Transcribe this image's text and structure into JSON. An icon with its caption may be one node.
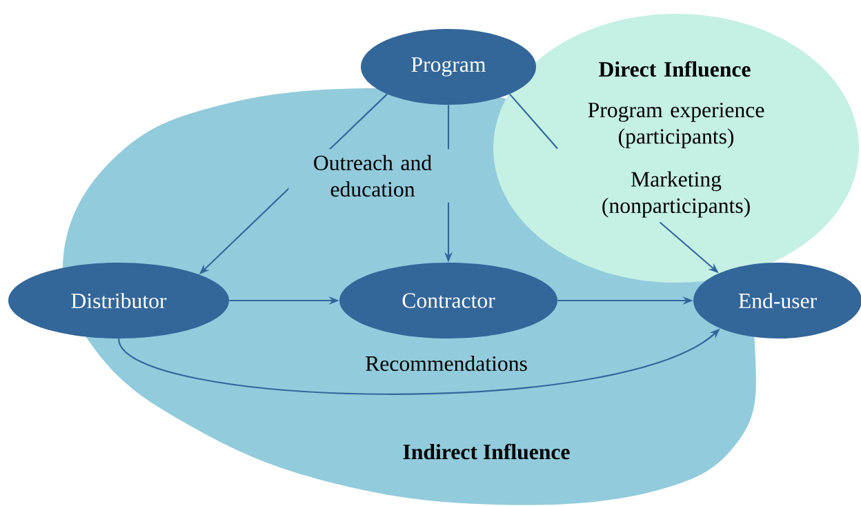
{
  "diagram": {
    "nodes": [
      {
        "text": [
          "Indirect Influence"
        ]
      },
      {
        "text": [
          "Direct Influence"
        ]
      },
      {
        "text": [
          "Program"
        ]
      },
      {
        "text": [
          "Distributor"
        ]
      },
      {
        "text": [
          "Contractor"
        ],
        "in": 0
      },
      {
        "text": [
          "End-user"
        ]
      },
      {
        "text": [
          "Program experience (participants)"
        ],
        "in": 1
      },
      {
        "text": [
          "Marketing (nonparticipants)"
        ]
      }
    ],
    "edges": [
      {
        "from": 2,
        "to": 3,
        "arrow": "to"
      },
      {
        "from": 2,
        "to": 4,
        "arrow": "to",
        "label": "Outreach and education"
      },
      {
        "from": 2,
        "to": 6,
        "arrow": "none"
      },
      {
        "from": 3,
        "to": 4,
        "arrow": "to"
      },
      {
        "from": 4,
        "to": 5,
        "arrow": "to"
      },
      {
        "from": 3,
        "to": 5,
        "arrow": "to",
        "label": "Recommendations"
      },
      {
        "from": 7,
        "to": 5,
        "arrow": "to"
      }
    ]
  }
}
